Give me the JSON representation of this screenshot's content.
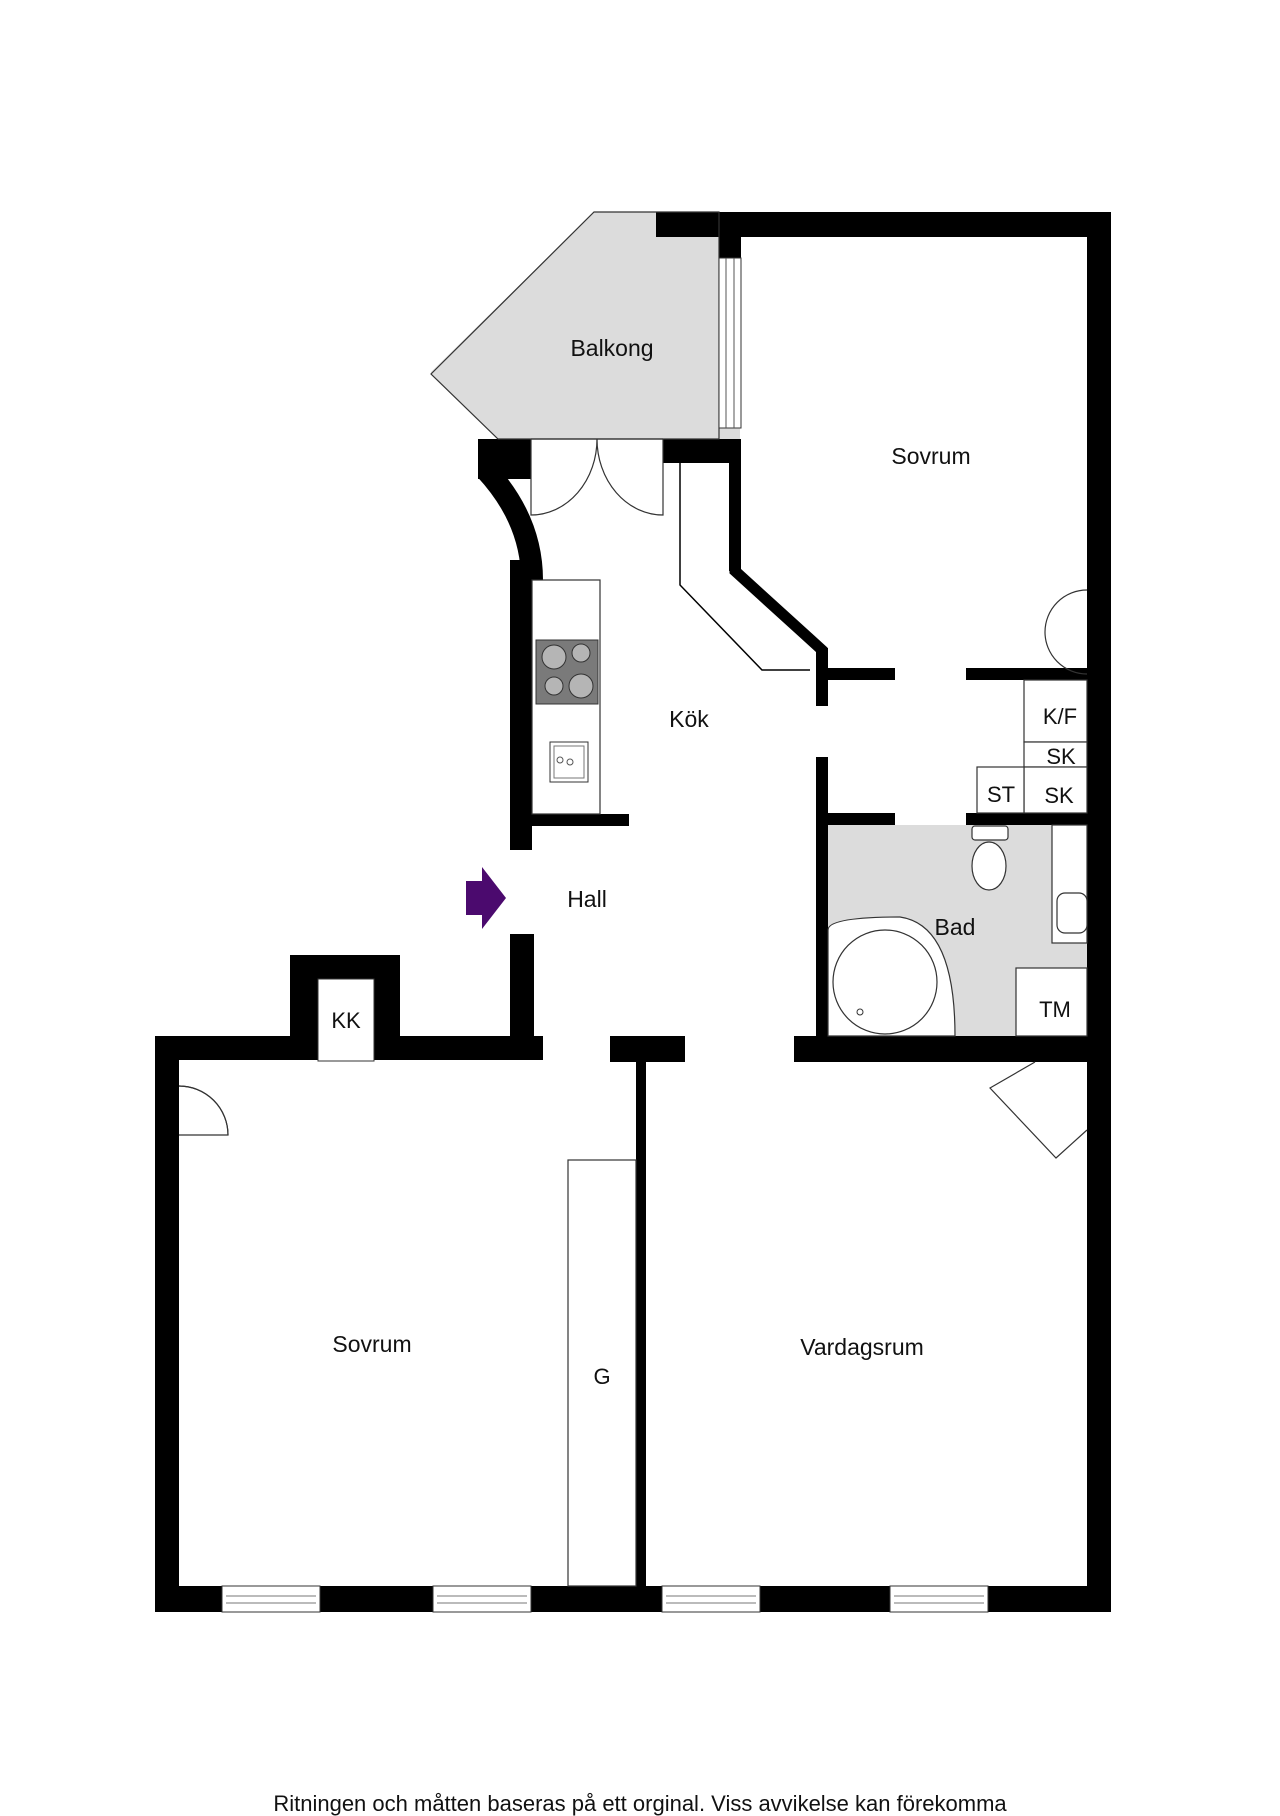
{
  "rooms": {
    "balkong": "Balkong",
    "sovrum_top": "Sovrum",
    "kok": "Kök",
    "hall": "Hall",
    "bad": "Bad",
    "sovrum_bottom": "Sovrum",
    "vardagsrum": "Vardagsrum"
  },
  "fixtures": {
    "kf": "K/F",
    "sk_upper": "SK",
    "sk_lower": "SK",
    "st": "ST",
    "tm": "TM",
    "kk": "KK",
    "g": "G"
  },
  "footer": {
    "disclaimer": "Ritningen och måtten baseras på ett orginal. Viss avvikelse kan förekomma"
  },
  "colors": {
    "wall": "#000000",
    "floor_shaded": "#dcdcdc",
    "entrance_arrow": "#4b0a6e"
  }
}
